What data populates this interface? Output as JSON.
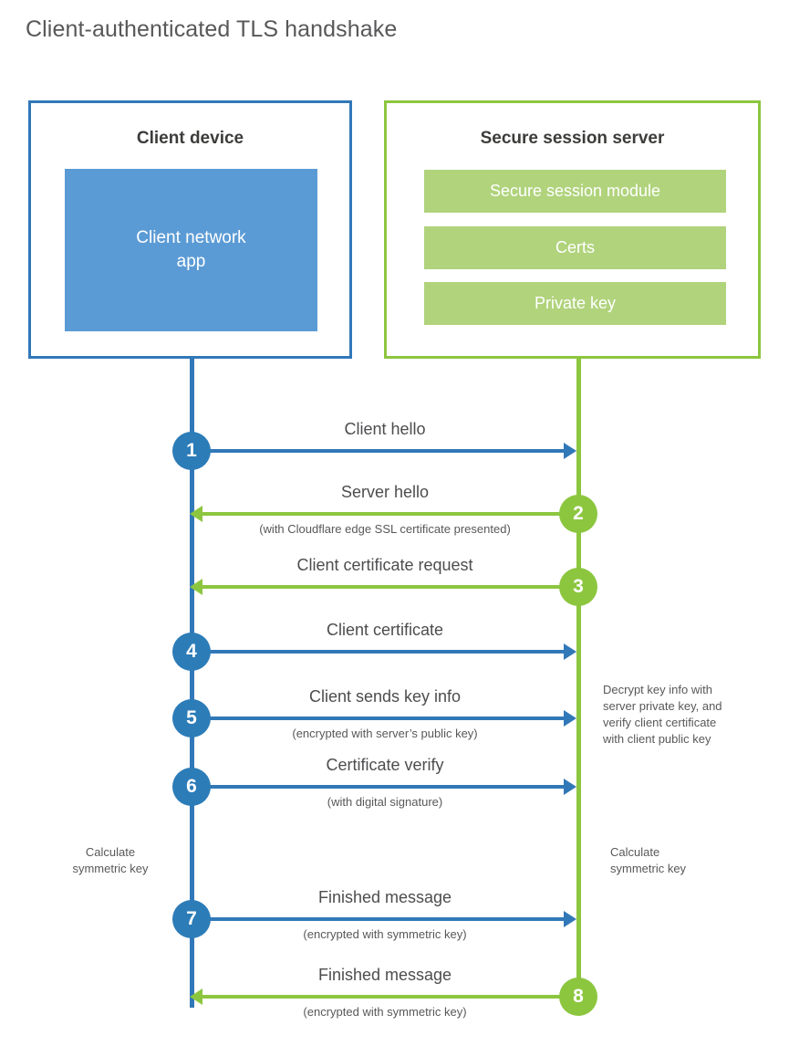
{
  "title": "Client-authenticated TLS handshake",
  "colors": {
    "client_blue": "#3178b8",
    "client_badge_blue": "#2c7cb8",
    "client_app_fill": "#5b9bd5",
    "server_green": "#8cc63f",
    "server_bar_fill": "#b0d37c",
    "text_dark": "#3c3c3b",
    "text_body": "#4d4d4f",
    "title_gray": "#58585a",
    "background": "#ffffff"
  },
  "client": {
    "title": "Client device",
    "app_label": "Client network\napp"
  },
  "server": {
    "title": "Secure session server",
    "modules": [
      {
        "label": "Secure session module"
      },
      {
        "label": "Certs"
      },
      {
        "label": "Private key"
      }
    ]
  },
  "steps": [
    {
      "number": "1",
      "direction": "right",
      "from": "client",
      "to": "server",
      "label": "Client hello",
      "sublabel": ""
    },
    {
      "number": "2",
      "direction": "left",
      "from": "server",
      "to": "client",
      "label": "Server hello",
      "sublabel": "(with Cloudflare edge SSL certificate presented)"
    },
    {
      "number": "3",
      "direction": "left",
      "from": "server",
      "to": "client",
      "label": "Client certificate request",
      "sublabel": ""
    },
    {
      "number": "4",
      "direction": "right",
      "from": "client",
      "to": "server",
      "label": "Client certificate",
      "sublabel": ""
    },
    {
      "number": "5",
      "direction": "right",
      "from": "client",
      "to": "server",
      "label": "Client sends key info",
      "sublabel": "(encrypted with server’s public key)"
    },
    {
      "number": "6",
      "direction": "right",
      "from": "client",
      "to": "server",
      "label": "Certificate verify",
      "sublabel": "(with digital signature)"
    },
    {
      "number": "7",
      "direction": "right",
      "from": "client",
      "to": "server",
      "label": "Finished message",
      "sublabel": "(encrypted with symmetric key)"
    },
    {
      "number": "8",
      "direction": "left",
      "from": "server",
      "to": "client",
      "label": "Finished message",
      "sublabel": "(encrypted with symmetric key)"
    }
  ],
  "notes": {
    "server_decrypt": "Decrypt key info with\nserver private key, and\nverify client certificate\nwith client public key",
    "client_symmetric": "Calculate\nsymmetric key",
    "server_symmetric": "Calculate\nsymmetric key"
  }
}
